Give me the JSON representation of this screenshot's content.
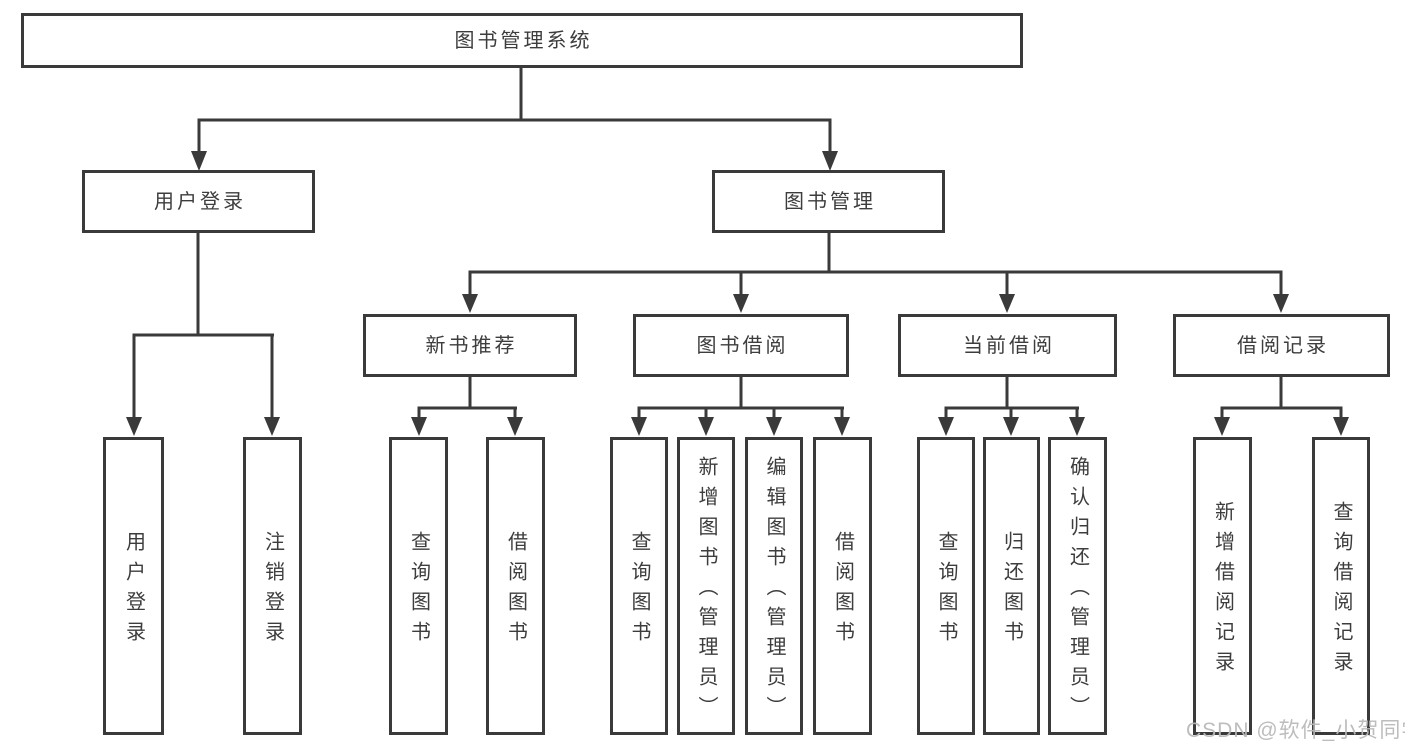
{
  "tree": {
    "root": {
      "label": "图书管理系统"
    },
    "branches": [
      {
        "label": "用户登录",
        "children": [
          "用户登录",
          "注销登录"
        ]
      },
      {
        "label": "图书管理",
        "children": [
          {
            "label": "新书推荐",
            "children": [
              "查询图书",
              "借阅图书"
            ]
          },
          {
            "label": "图书借阅",
            "children": [
              "查询图书",
              "新增图书（管理员）",
              "编辑图书（管理员）",
              "借阅图书"
            ]
          },
          {
            "label": "当前借阅",
            "children": [
              "查询图书",
              "归还图书",
              "确认归还（管理员）"
            ]
          },
          {
            "label": "借阅记录",
            "children": [
              "新增借阅记录",
              "查询借阅记录"
            ]
          }
        ]
      }
    ]
  },
  "watermark": {
    "text": "CSDN @软件_小贺同学"
  },
  "colors": {
    "line": "#3a3a3a",
    "text": "#3d3d3d",
    "watermark": "#b9b9b9",
    "background": "#ffffff"
  }
}
